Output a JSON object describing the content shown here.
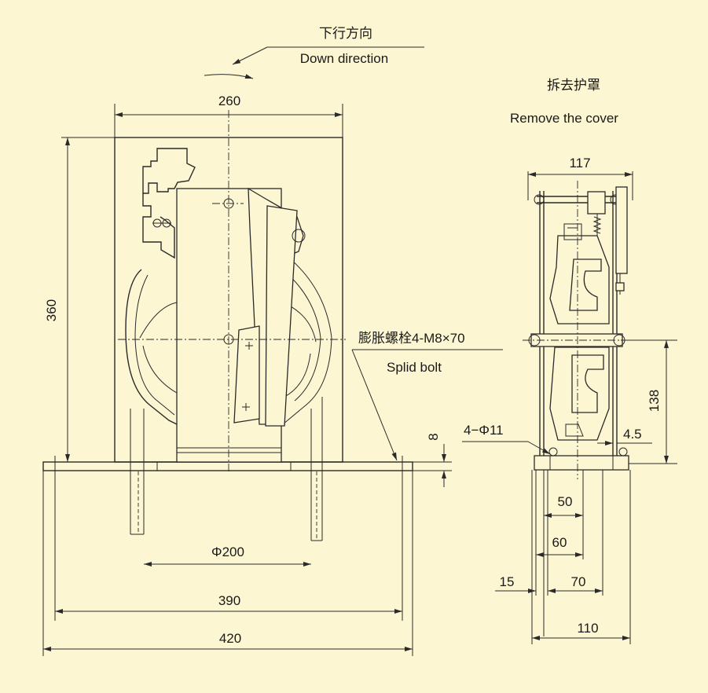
{
  "labels": {
    "down_direction_cn": "下行方向",
    "down_direction_en": "Down direction",
    "remove_cover_cn": "拆去护罩",
    "remove_cover_en": "Remove the cover",
    "bolt_cn": "膨胀螺栓4-M8×70",
    "bolt_en": "Splid bolt",
    "holes": "4−Φ11"
  },
  "dimensions": {
    "front": {
      "top_width": "260",
      "height": "360",
      "plate_thickness": "8",
      "wheel_dia": "Φ200",
      "hole_spacing": "390",
      "base_width": "420"
    },
    "side": {
      "top_width": "117",
      "axle_height": "138",
      "offset": "4.5",
      "d50": "50",
      "d60": "60",
      "d15": "15",
      "d70": "70",
      "d110": "110"
    }
  },
  "colors": {
    "background": "#fdf6d3",
    "line": "#2a2a2a"
  }
}
